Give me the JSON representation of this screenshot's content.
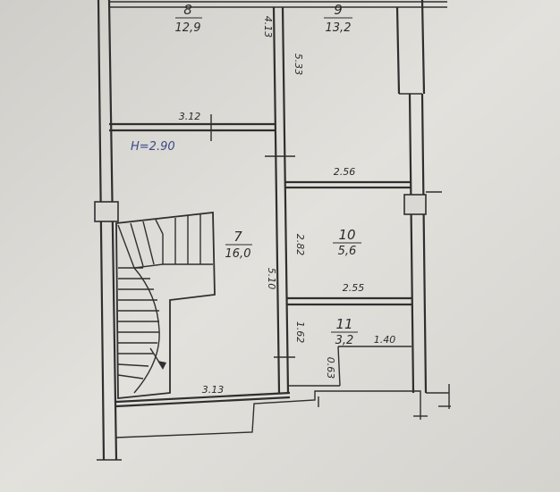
{
  "rooms": {
    "r8": {
      "number": "8",
      "area": "12,9"
    },
    "r9": {
      "number": "9",
      "area": "13,2"
    },
    "r7": {
      "number": "7",
      "area": "16,0"
    },
    "r10": {
      "number": "10",
      "area": "5,6"
    },
    "r11": {
      "number": "11",
      "area": "3,2"
    }
  },
  "dimensions": {
    "d_3_12": "3.12",
    "d_2_56": "2.56",
    "d_2_55": "2.55",
    "d_3_13": "3.13",
    "d_1_40": "1.40",
    "d_4_13": "4.13",
    "d_5_33": "5.33",
    "d_2_82": "2.82",
    "d_5_10": "5.10",
    "d_1_62": "1.62",
    "d_0_63": "0.63"
  },
  "height_note": "H=2.90"
}
